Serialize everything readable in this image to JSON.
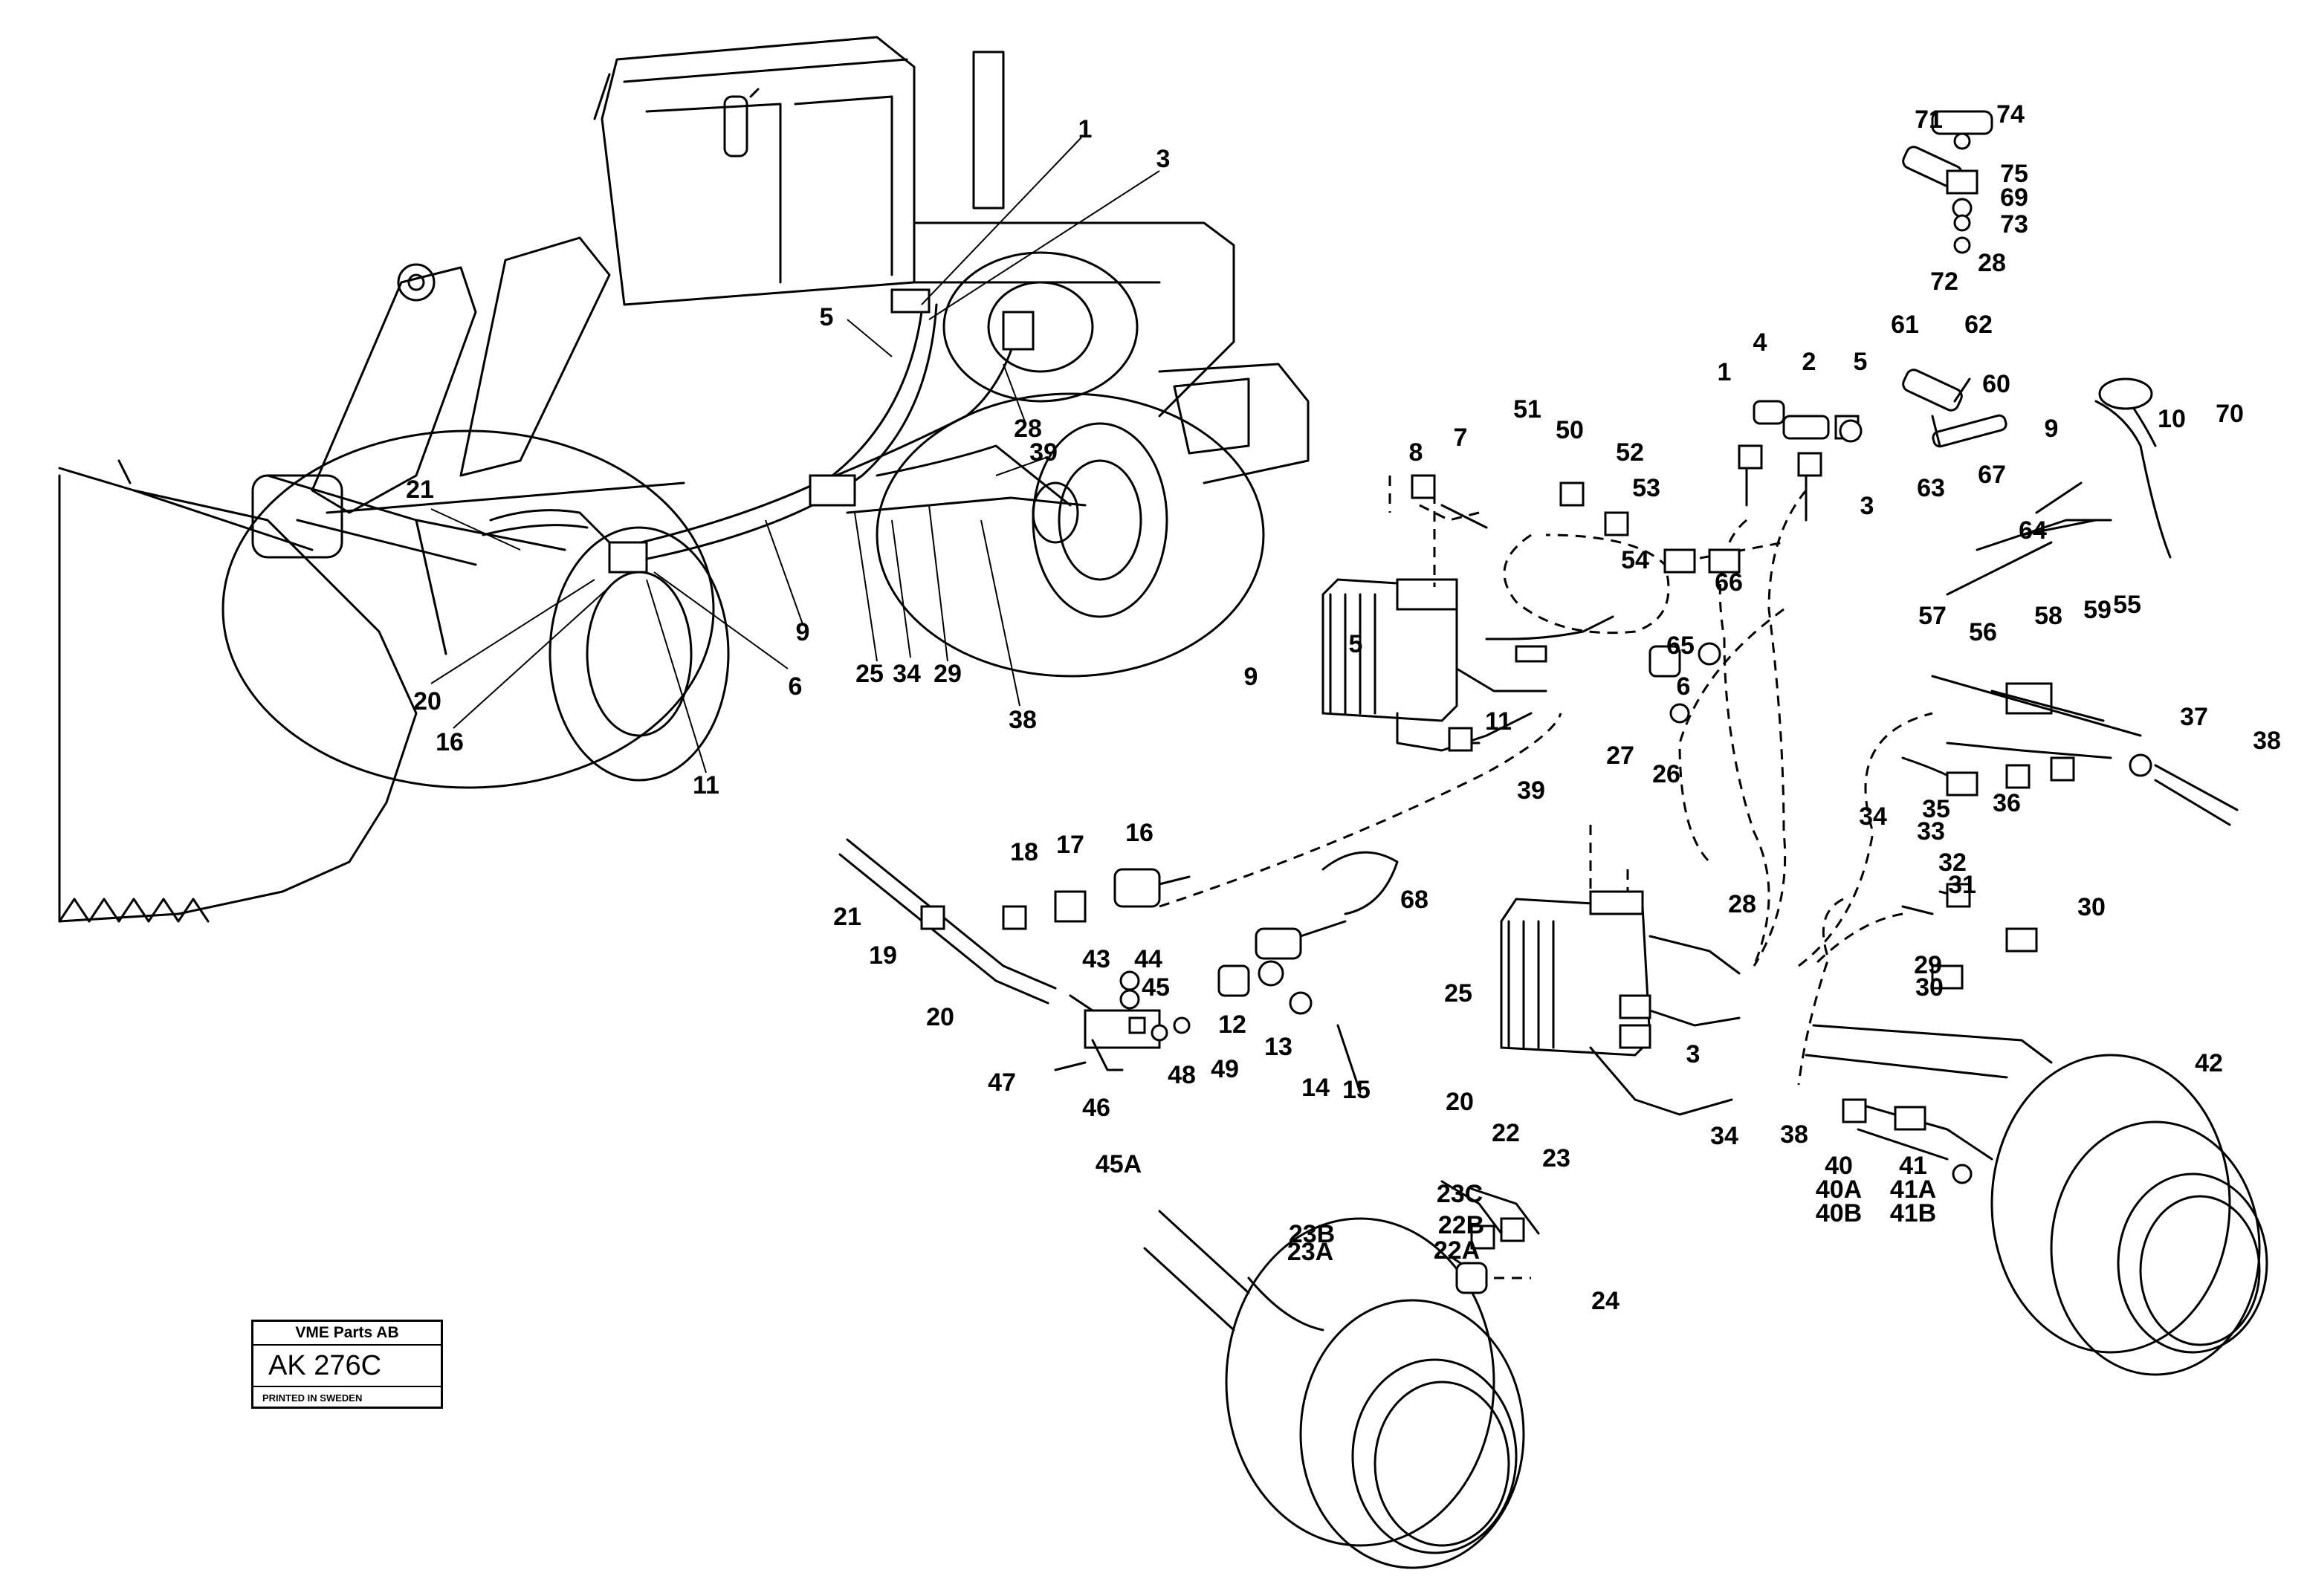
{
  "ref_box": {
    "company": "VME Parts AB",
    "code": "AK 276C",
    "printed": "PRINTED IN SWEDEN"
  },
  "callouts": [
    "1",
    "3",
    "5",
    "28",
    "39",
    "21",
    "9",
    "6",
    "25",
    "34",
    "29",
    "38",
    "20",
    "16",
    "11",
    "8",
    "7",
    "51",
    "50",
    "52",
    "53",
    "54",
    "4",
    "2",
    "5",
    "1",
    "3",
    "61",
    "62",
    "60",
    "9",
    "10",
    "70",
    "71",
    "74",
    "75",
    "69",
    "73",
    "72",
    "28",
    "64",
    "63",
    "67",
    "66",
    "65",
    "6",
    "9",
    "5",
    "11",
    "39",
    "57",
    "56",
    "58",
    "59",
    "55",
    "37",
    "38",
    "34",
    "35",
    "36",
    "27",
    "26",
    "18",
    "17",
    "16",
    "21",
    "19",
    "20",
    "43",
    "44",
    "45",
    "47",
    "46",
    "45A",
    "48",
    "49",
    "12",
    "13",
    "14",
    "15",
    "68",
    "28",
    "25",
    "3",
    "34",
    "33",
    "32",
    "31",
    "30",
    "29",
    "30",
    "42",
    "20",
    "22",
    "23",
    "23C",
    "23B",
    "22B",
    "23A",
    "22A",
    "24",
    "38",
    "40",
    "40A",
    "40B",
    "41",
    "41A",
    "41B"
  ]
}
